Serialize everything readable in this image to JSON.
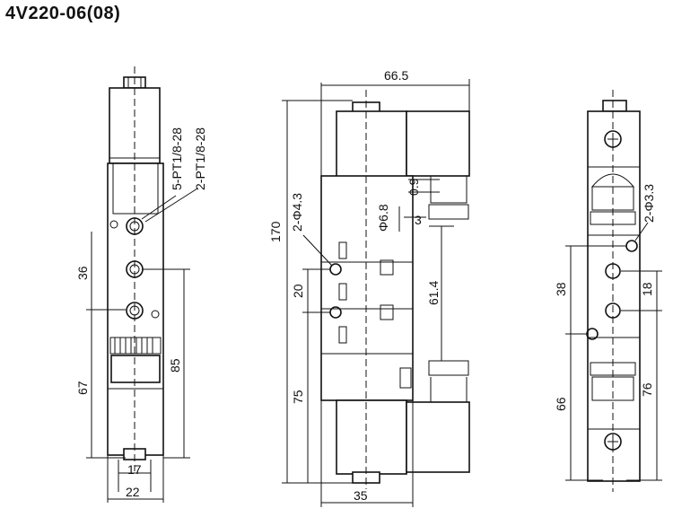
{
  "title": "4V220-06(08)",
  "left_view": {
    "labels": {
      "port_5": "5-PT1/8-28",
      "port_2": "2-PT1/8-28",
      "d36": "36",
      "d67": "67",
      "d85": "85",
      "d17": "17",
      "d22": "22"
    }
  },
  "middle_view": {
    "labels": {
      "d66_5": "66.5",
      "d170": "170",
      "mount": "2-Φ4.3",
      "d0_9": "0.9",
      "phi6_8": "Φ6.8",
      "d3": "3",
      "d61_4": "61.4",
      "d20": "20",
      "d75": "75",
      "d35": "35"
    }
  },
  "right_view": {
    "labels": {
      "mount": "2-Φ3.3",
      "d38": "38",
      "d18": "18",
      "d66": "66",
      "d76": "76"
    }
  }
}
